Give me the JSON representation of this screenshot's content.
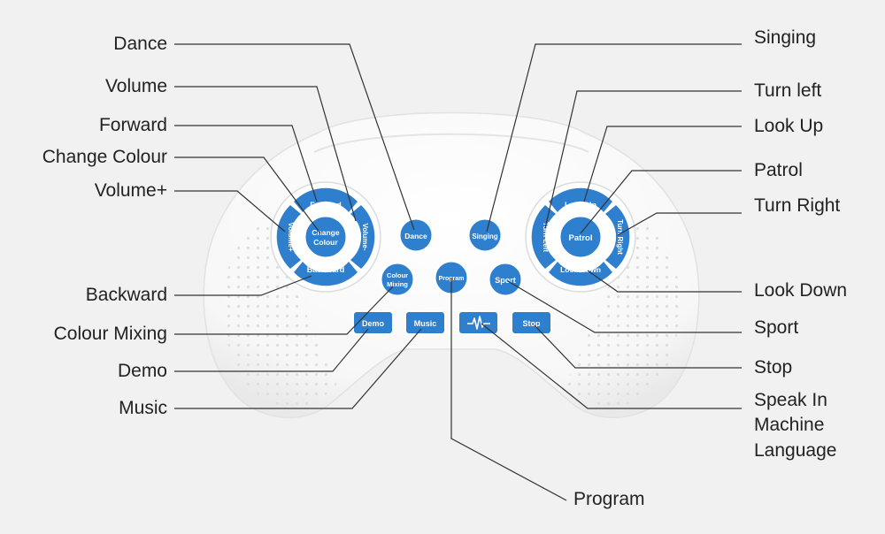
{
  "colors": {
    "button_blue": "#2f7fcf",
    "button_ring": "#ffffff",
    "body": "#fbfbfb",
    "leader_line": "#333333",
    "background": "#f1f1f1"
  },
  "buttons": {
    "forward": "Forward",
    "backward": "Backward",
    "volume_plus": "Volume+",
    "volume_minus": "Volume-",
    "change_colour_1": "Change",
    "change_colour_2": "Colour",
    "dance": "Dance",
    "singing": "Singing",
    "colour_mixing_1": "Colour",
    "colour_mixing_2": "Mixing",
    "program": "Program",
    "sport": "Sport",
    "look_up": "Look Up",
    "look_down": "Look Down",
    "turn_left": "Turn Left",
    "turn_right": "Turn Right",
    "patrol": "Patrol",
    "demo": "Demo",
    "music": "Music",
    "stop": "Stop",
    "speak_icon": "waveform-icon"
  },
  "labels": {
    "left": [
      "Dance",
      "Volume",
      "Forward",
      "Change Colour",
      "Volume+",
      "Backward",
      "Colour Mixing",
      "Demo",
      "Music"
    ],
    "right": [
      "Singing",
      "Turn left",
      "Look Up",
      "Patrol",
      "Turn Right",
      "Look Down",
      "Sport",
      "Stop"
    ],
    "speak_1": "Speak In",
    "speak_2": "Machine",
    "speak_3": "Language",
    "bottom": "Program"
  }
}
